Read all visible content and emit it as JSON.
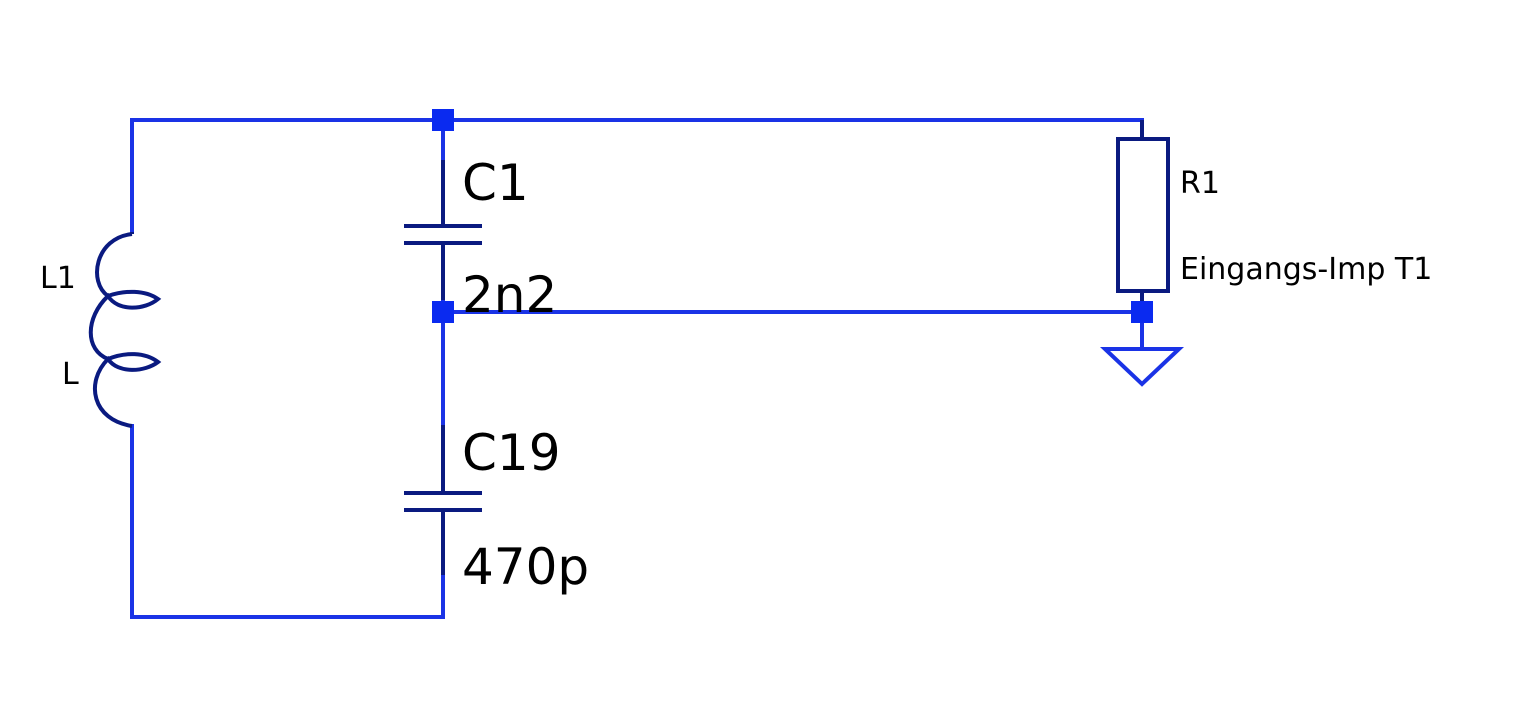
{
  "colors": {
    "wire": "#1a33e6",
    "component": "#0a1a80",
    "junction": "#0a2af0",
    "text": "#000000",
    "background": "#ffffff"
  },
  "components": {
    "c1": {
      "type": "capacitor",
      "name": "C1",
      "value": "2n2"
    },
    "c19": {
      "type": "capacitor",
      "name": "C19",
      "value": "470p"
    },
    "l1": {
      "type": "inductor",
      "name": "L1",
      "value": "L"
    },
    "r1": {
      "type": "resistor",
      "name": "R1",
      "value": "Eingangs-Imp T1"
    },
    "gnd": {
      "type": "ground-symbol"
    }
  }
}
